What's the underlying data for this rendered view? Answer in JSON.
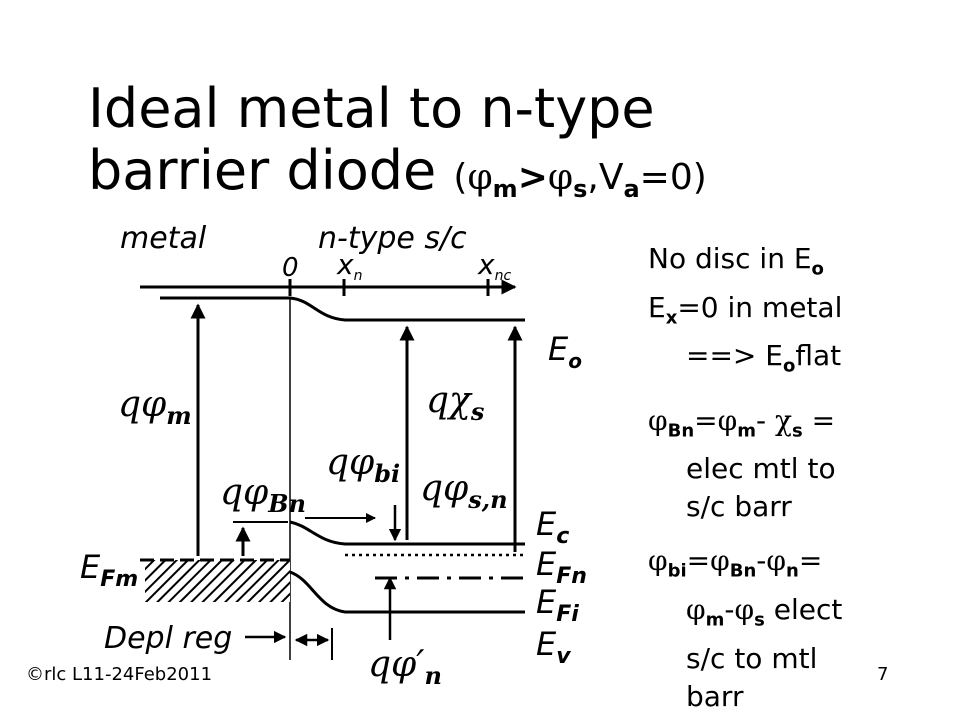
{
  "title": {
    "line1": "Ideal metal to n-type",
    "line2_text": "barrier diode",
    "paren_open": "(",
    "phi": "φ",
    "m": "m",
    "gt": ">",
    "s": "s",
    "comma_v": ",V",
    "a": "a",
    "eq0": "=0)"
  },
  "diagram": {
    "metal_label": "metal",
    "semi_label": "n-type s/c",
    "zero_label": "0",
    "xn_x": "x",
    "xn_sub": "n",
    "xnc_x": "x",
    "xnc_sub": "nc",
    "Eo_E": "E",
    "Eo_sub": "o",
    "qphim_q": "q",
    "qphim_sym": "φ",
    "qphim_sub": "m",
    "qchis_q": "q",
    "qchis_sym": "χ",
    "qchis_sub": "s",
    "qphibi_q": "q",
    "qphibi_sym": "φ",
    "qphibi_sub": "bi",
    "qphisn_q": "q",
    "qphisn_sym": "φ",
    "qphisn_sub": "s,n",
    "qphiBn_q": "q",
    "qphiBn_sym": "φ",
    "qphiBn_sub": "Bn",
    "EFm_E": "E",
    "EFm_sub": "Fm",
    "Ec_E": "E",
    "Ec_sub": "c",
    "EFn_E": "E",
    "EFn_sub": "Fn",
    "EFi_E": "E",
    "EFi_sub": "Fi",
    "Ev_E": "E",
    "Ev_sub": "v",
    "depl_label": "Depl reg",
    "qphin_q": "q",
    "qphin_sym": "φ′",
    "qphin_sub": "n"
  },
  "notes": {
    "n1_text": "No disc in E",
    "n1_sub": "o",
    "n2a_text": "E",
    "n2a_sub": "x",
    "n2a_rest": "=0 in metal",
    "n2b_text": "==> E",
    "n2b_sub": "o",
    "n2b_rest": "flat",
    "n3_phi1": "φ",
    "n3_sub1": "Bn",
    "n3_eq": "=",
    "n3_phi2": "φ",
    "n3_sub2": "m",
    "n3_minus": "- ",
    "n3_chi": "χ",
    "n3_sub3": "s",
    "n3_rest": " =",
    "n3b": "elec mtl to",
    "n3c": "s/c barr",
    "n4_phi1": "φ",
    "n4_sub1": "bi",
    "n4_eq1": "=",
    "n4_phi2": "φ",
    "n4_sub2": "Bn",
    "n4_minus1": "-",
    "n4_phi3": "φ",
    "n4_sub3": "n",
    "n4_eq2": "=",
    "n4b_phi1": "φ",
    "n4b_sub1": "m",
    "n4b_minus": "-",
    "n4b_phi2": "φ",
    "n4b_sub2": "s",
    "n4b_rest": " elect",
    "n4c": "s/c to mtl",
    "n4d": "barr"
  },
  "footer": "©rlc L11-24Feb2011",
  "page_number": "7"
}
